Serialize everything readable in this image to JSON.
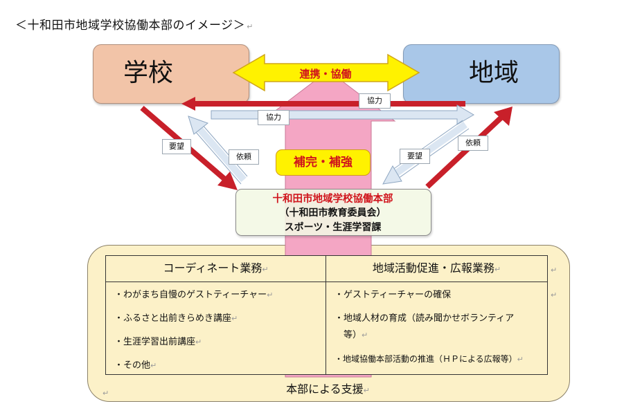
{
  "page_title": "＜十和田市地域学校協働本部のイメージ＞",
  "diagram": {
    "school": "学校",
    "region": "地域",
    "renkei": "連携・協働",
    "kyoryoku_top": "協力",
    "kyoryoku_mid": "協力",
    "left_request": "要望",
    "left_irai": "依頼",
    "right_request": "要望",
    "right_irai": "依頼",
    "hokan": "補完・補強",
    "honbu": {
      "line1": "十和田市地域学校協働本部",
      "line2": "（十和田市教育委員会）",
      "line3": "スポーツ・生涯学習課"
    }
  },
  "support": {
    "columns": [
      {
        "title": "コーディネート業務",
        "items": [
          "・わがまち自慢のゲストティーチャー",
          "・ふるさと出前きらめき講座",
          "・生涯学習出前講座",
          "・その他"
        ]
      },
      {
        "title": "地域活動促進・広報業務",
        "items": [
          "・ゲストティーチャーの確保",
          "・地域人材の育成（読み聞かせボランティア",
          "　等）",
          "・地域協働本部活動の推進（ＨＰによる広報等）"
        ]
      }
    ],
    "caption": "本部による支援"
  },
  "colors": {
    "school_box": "#f2c4a8",
    "region_box": "#a9c7e8",
    "renkei_arrow": "#fff200",
    "red_arrow": "#c8202a",
    "blue_arrow": "#dbe6f2",
    "pink_arrow": "#f4a6c4",
    "panel": "#fcf1c8"
  }
}
